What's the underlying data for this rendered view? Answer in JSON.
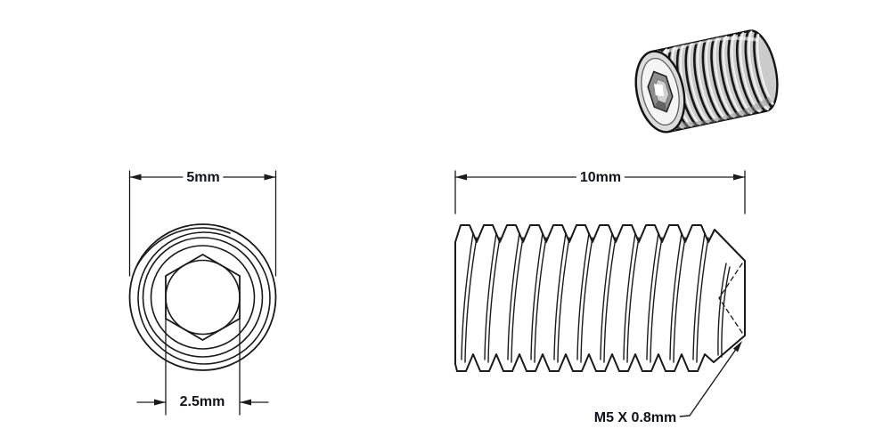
{
  "drawing": {
    "labels": {
      "outer_diameter": "5mm",
      "socket_width": "2.5mm",
      "length": "10mm",
      "thread_spec": "M5 X 0.8mm"
    },
    "colors": {
      "background": "#ffffff",
      "line": "#1a1a1a",
      "text": "#10121c",
      "metal_light": "#f3f3f3",
      "metal_mid": "#cbcbcb",
      "socket_gray": "#8e8e8e"
    }
  }
}
